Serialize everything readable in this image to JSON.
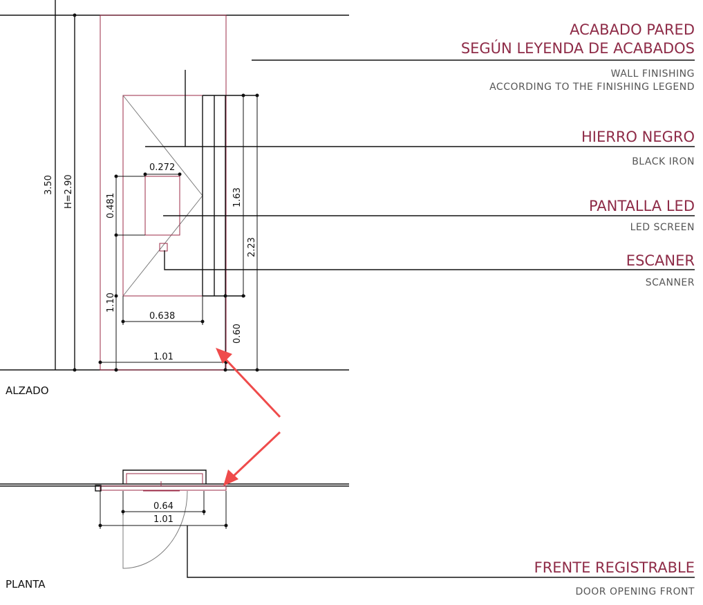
{
  "colors": {
    "accent": "#8e2b47",
    "line": "#111111",
    "outline": "#9b2a46",
    "arrow": "#ef4b4b",
    "subtext": "#555555"
  },
  "dimensions": {
    "height_total": "3.50",
    "height_ceiling": "H=2.90",
    "screen_width": "0.272",
    "screen_height": "0.481",
    "panel_height": "1.63",
    "panel_top": "2.23",
    "panel_bottom": "1.10",
    "panel_width": "0.638",
    "floor_gap": "0.60",
    "opening_width": "1.01",
    "plan_inner": "0.64",
    "plan_outer": "1.01"
  },
  "views": {
    "elevation": "ALZADO",
    "plan": "PLANTA"
  },
  "legend": [
    {
      "es": "ACABADO  PARED",
      "es2": "SEGÚN LEYENDA DE ACABADOS",
      "en": "WALL  FINISHING",
      "en2": "ACCORDING  TO  THE  FINISHING  LEGEND"
    },
    {
      "es": "HIERRO NEGRO",
      "en": "BLACK  IRON"
    },
    {
      "es": "PANTALLA LED",
      "en": "LED  SCREEN"
    },
    {
      "es": "ESCANER",
      "en": "SCANNER"
    },
    {
      "es": "FRENTE REGISTRABLE",
      "en": "DOOR  OPENING  FRONT"
    }
  ]
}
